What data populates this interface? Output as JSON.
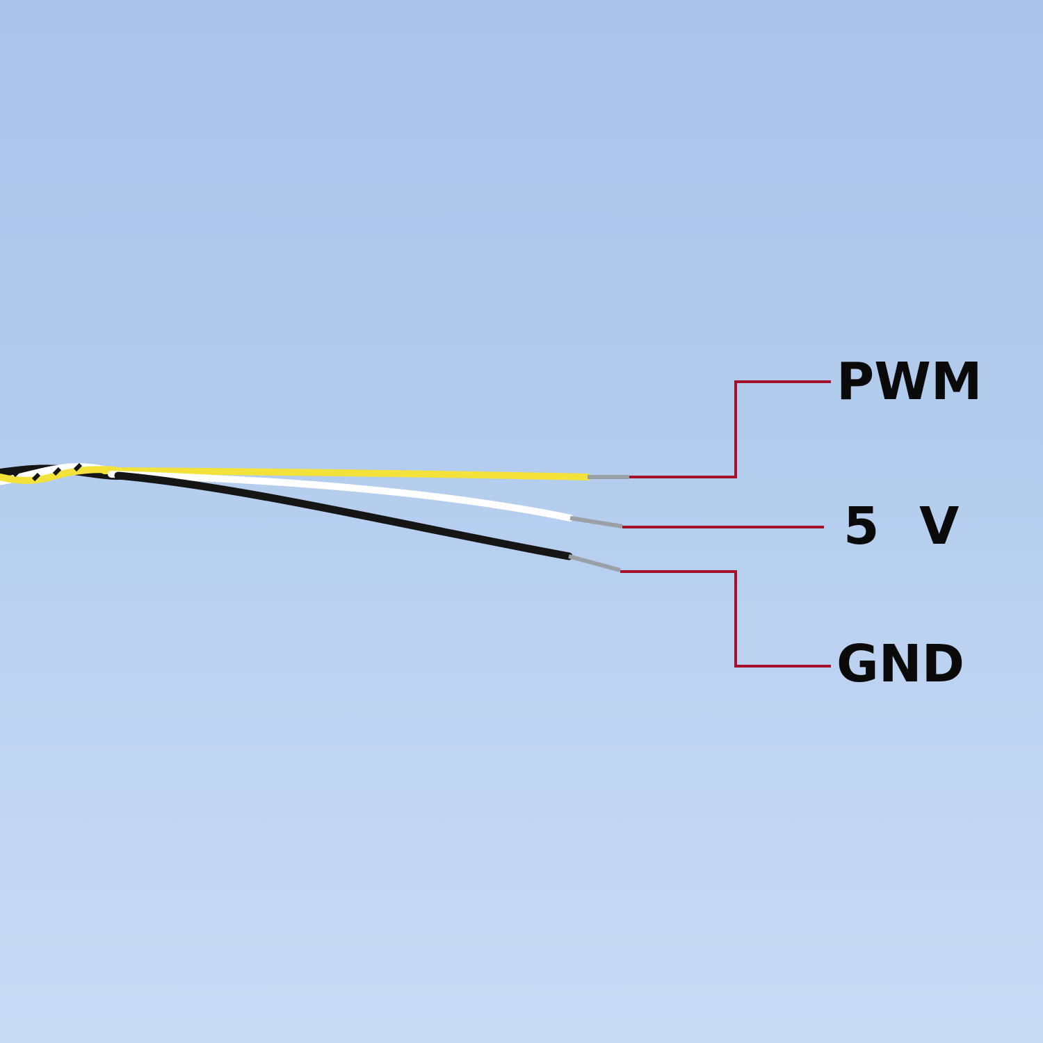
{
  "pins": [
    {
      "id": "pwm",
      "label": "PWM",
      "wire_color": "#f2e23a"
    },
    {
      "id": "5v",
      "label": "5  V",
      "wire_color": "#ffffff"
    },
    {
      "id": "gnd",
      "label": "GND",
      "wire_color": "#151515"
    }
  ],
  "colors": {
    "background": "#b4cdee",
    "leader_line": "#a5102a",
    "label_text": "#0a0a0a",
    "conductor": "#9aa0a6"
  }
}
